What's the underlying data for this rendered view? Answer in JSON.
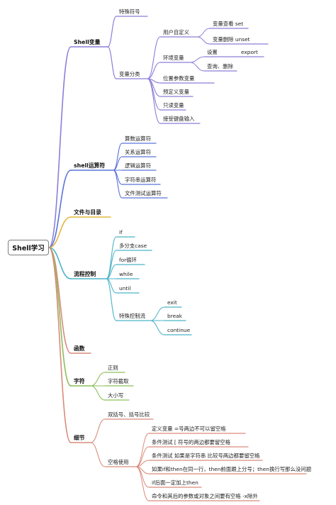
{
  "colors": {
    "purple": "#8b7fd8",
    "blue": "#5b73d9",
    "gold": "#e3b53c",
    "teal": "#4bb3c8",
    "green": "#8cbf5a",
    "pink": "#d98b7a",
    "root_border": "#7d7d7d"
  },
  "root": {
    "label": "Shell学习"
  },
  "categories": {
    "shell_var": "Shell变量",
    "shell_op": "shell运算符",
    "files": "文件与目录",
    "flow": "流程控制",
    "func": "函数",
    "chars": "字符",
    "details": "细节"
  },
  "shell_var": {
    "special": "特殊符号",
    "var_types": "变量分类",
    "user_defined": "用户自定义",
    "view_var": "变量查看 set",
    "del_var": "变量删除 unset",
    "env_var": "环境变量",
    "set": "设置",
    "export": "export",
    "query_del": "查询、删除",
    "pos_param": "位置参数变量",
    "predefined": "预定义变量",
    "readonly": "只读变量",
    "keyboard": "接受键盘输入"
  },
  "shell_op": {
    "arith": "算数运算符",
    "relation": "关系运算符",
    "logic": "逻辑运算符",
    "string": "字符串运算符",
    "file_test": "文件测试运算符"
  },
  "flow": {
    "if": "if",
    "case": "多分支case",
    "for": "for循环",
    "while": "while",
    "until": "until",
    "special": "特殊控制流",
    "exit": "exit",
    "break": "break",
    "continue": "continue"
  },
  "chars": {
    "regex": "正则",
    "cut": "字符截取",
    "case": "大小写"
  },
  "details": {
    "brackets": "双括号、括号比较",
    "spaces": "空格使用",
    "s1": "定义变量 =号两边不可以留空格",
    "s2": "条件测试 [ 符号的两边都要留空格",
    "s3": "条件测试 如果是字符串 比较号两边都要留空格",
    "s4": "如果if和then在同一行，then前面跟上分号；then换行写那么没问题",
    "s5": "if后面一定加上then",
    "s6": "命令和其后的参数或对象之间要有空格 -x除外"
  }
}
